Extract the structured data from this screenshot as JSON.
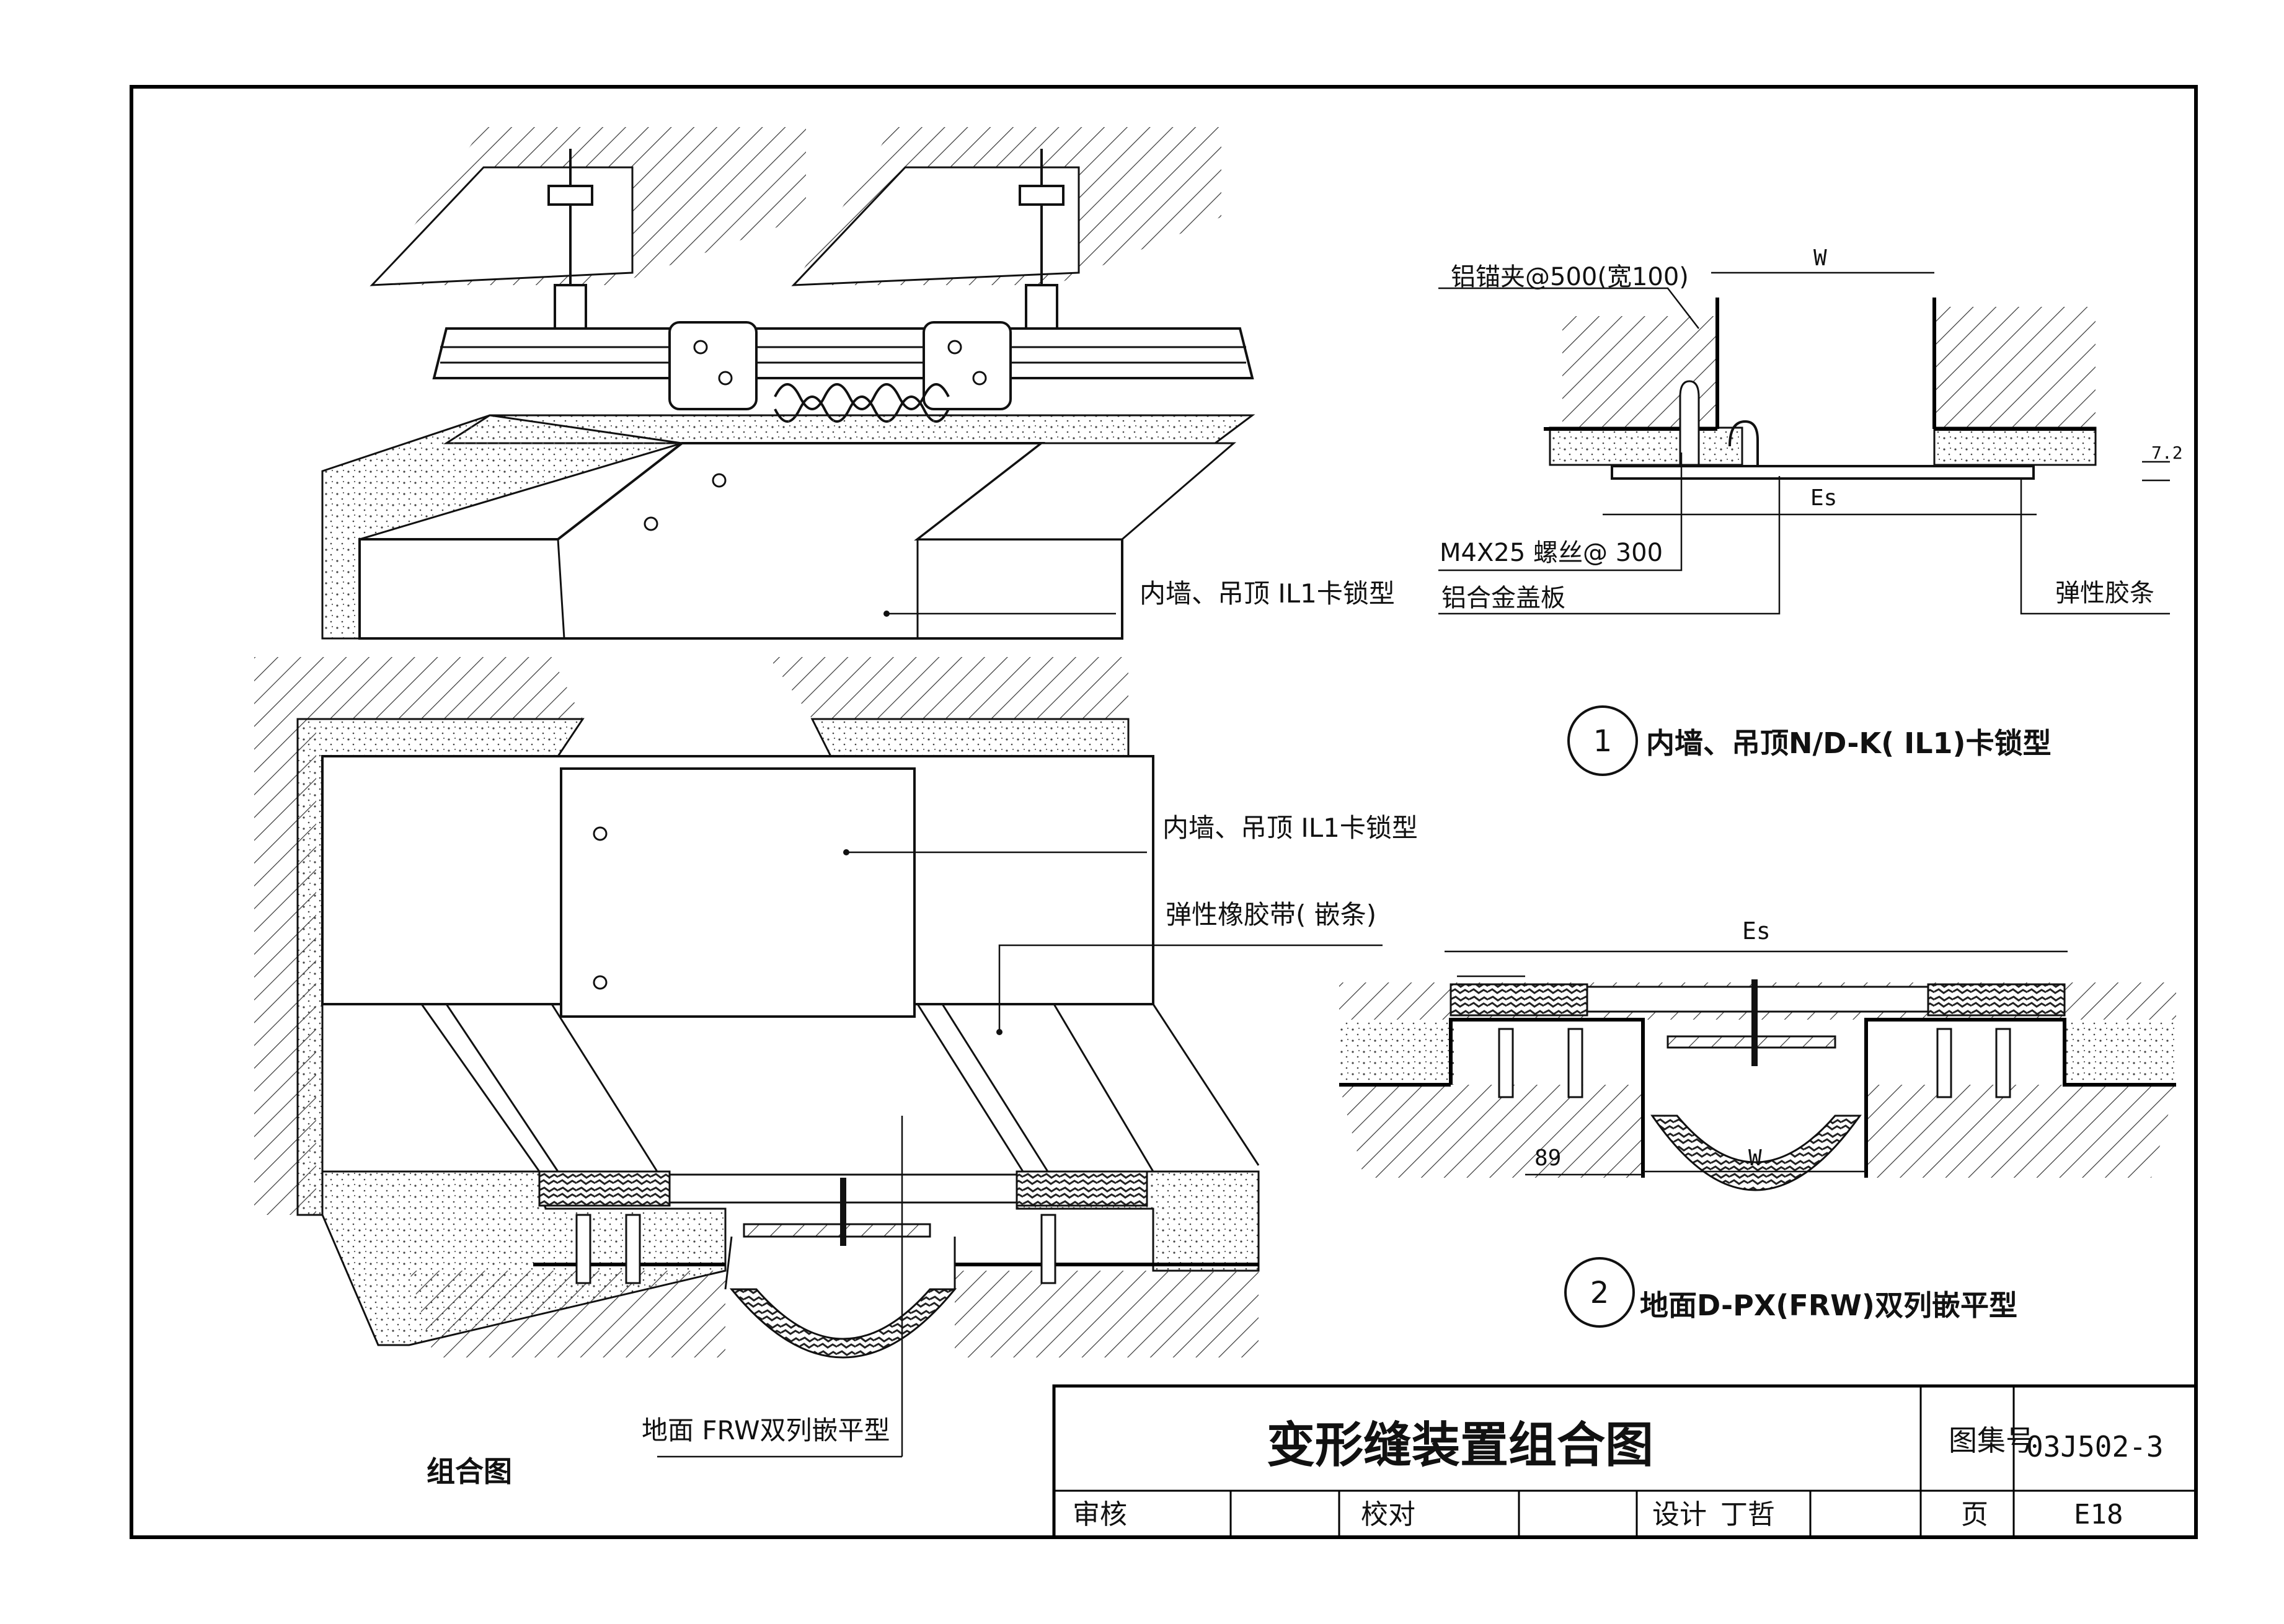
{
  "title_block": {
    "drawing_title": "变形缝装置组合图",
    "atlas_label": "图集号",
    "atlas_no": "03J502-3",
    "reviewer_label": "审核",
    "checker_label": "校对",
    "designer_label": "设计",
    "designer_name": "丁哲",
    "page_label": "页",
    "page_no": "E18"
  },
  "combined_view": {
    "caption": "组合图",
    "label_ceiling_upper": "内墙、吊顶 IL1卡锁型",
    "label_ceiling_lower": "内墙、吊顶 IL1卡锁型",
    "label_rubber_strip": "弹性橡胶带( 嵌条)",
    "label_floor": "地面 FRW双列嵌平型"
  },
  "detail_1": {
    "number": "1",
    "title": "内墙、吊顶N/D-K( IL1)卡锁型",
    "dim_w": "W",
    "dim_es": "Es",
    "dim_small": "7.2",
    "label_anchor_clip": "铝锚夹@500(宽100)",
    "label_screw": "M4X25 螺丝@ 300",
    "label_cover_plate": "铝合金盖板",
    "label_elastic_strip": "弹性胶条"
  },
  "detail_2": {
    "number": "2",
    "title": "地面D-PX(FRW)双列嵌平型",
    "dim_es": "Es",
    "dim_w": "W",
    "dim_89": "89"
  }
}
